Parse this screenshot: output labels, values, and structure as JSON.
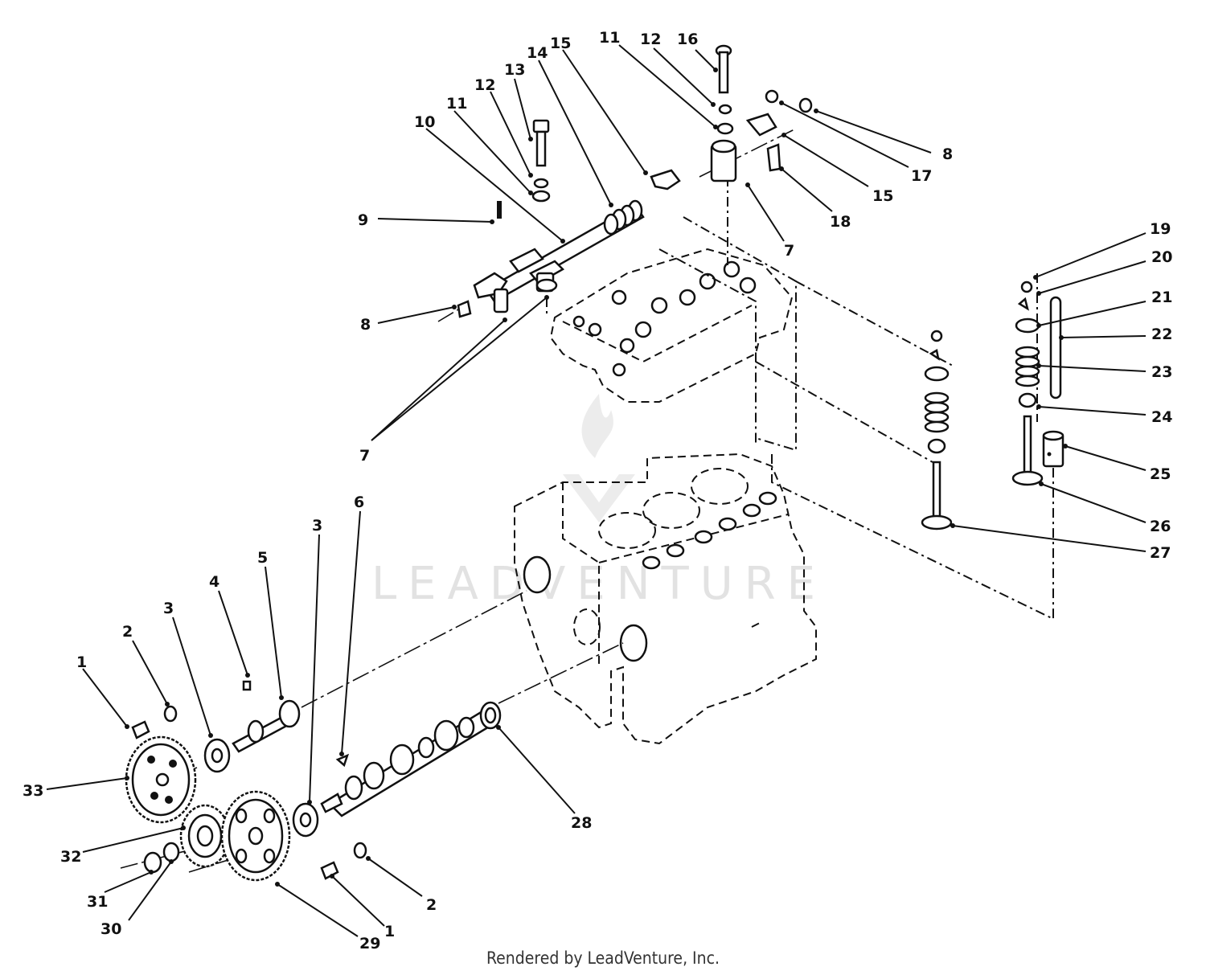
{
  "footer": "Rendered by LeadVenture, Inc.",
  "watermark": "LEADVENTURE",
  "colors": {
    "ink": "#111111",
    "watermark": "#e2e2e2",
    "background": "#ffffff"
  },
  "callouts": [
    {
      "id": "1a",
      "label": "1"
    },
    {
      "id": "2a",
      "label": "2"
    },
    {
      "id": "3a",
      "label": "3"
    },
    {
      "id": "4",
      "label": "4"
    },
    {
      "id": "5",
      "label": "5"
    },
    {
      "id": "3b",
      "label": "3"
    },
    {
      "id": "6",
      "label": "6"
    },
    {
      "id": "7a",
      "label": "7"
    },
    {
      "id": "7b",
      "label": "7"
    },
    {
      "id": "8a",
      "label": "8"
    },
    {
      "id": "8b",
      "label": "8"
    },
    {
      "id": "9",
      "label": "9"
    },
    {
      "id": "10",
      "label": "10"
    },
    {
      "id": "11a",
      "label": "11"
    },
    {
      "id": "11b",
      "label": "11"
    },
    {
      "id": "12a",
      "label": "12"
    },
    {
      "id": "12b",
      "label": "12"
    },
    {
      "id": "13",
      "label": "13"
    },
    {
      "id": "14",
      "label": "14"
    },
    {
      "id": "15a",
      "label": "15"
    },
    {
      "id": "15b",
      "label": "15"
    },
    {
      "id": "16",
      "label": "16"
    },
    {
      "id": "17",
      "label": "17"
    },
    {
      "id": "18",
      "label": "18"
    },
    {
      "id": "19",
      "label": "19"
    },
    {
      "id": "20",
      "label": "20"
    },
    {
      "id": "21",
      "label": "21"
    },
    {
      "id": "22",
      "label": "22"
    },
    {
      "id": "23",
      "label": "23"
    },
    {
      "id": "24",
      "label": "24"
    },
    {
      "id": "25",
      "label": "25"
    },
    {
      "id": "26",
      "label": "26"
    },
    {
      "id": "27",
      "label": "27"
    },
    {
      "id": "28",
      "label": "28"
    },
    {
      "id": "29",
      "label": "29"
    },
    {
      "id": "1b",
      "label": "1"
    },
    {
      "id": "2b",
      "label": "2"
    },
    {
      "id": "30",
      "label": "30"
    },
    {
      "id": "31",
      "label": "31"
    },
    {
      "id": "32",
      "label": "32"
    },
    {
      "id": "33",
      "label": "33"
    }
  ]
}
